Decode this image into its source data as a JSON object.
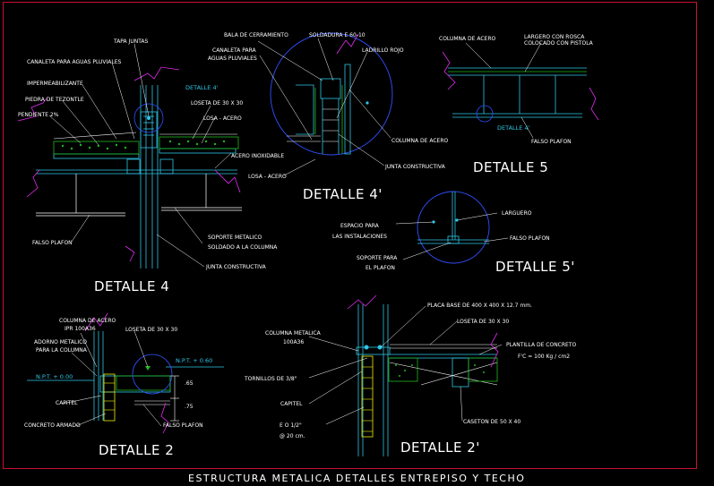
{
  "sheet_title": "ESTRUCTURA METALICA DETALLES   ENTREPISO Y TECHO",
  "colors": {
    "border": "#c8102e",
    "structure": "#2ec6e8",
    "concrete": "#1db81d",
    "break": "#e02cf0",
    "circle": "#3050ff",
    "leader": "#ffffff",
    "rebar": "#f0f000"
  },
  "detalle_4": {
    "title": "DETALLE 4",
    "labels": {
      "tapa_juntas": "TAPA JUNTAS",
      "canaleta": "CANALETA PARA AGUAS PLUVIALES",
      "impermeabilizante": "IMPERMEABILIZANTE",
      "piedra": "PIEDRA DE TEZONTLE",
      "pendiente": "PENDIENTE 2%",
      "detalle_ref": "DETALLE 4'",
      "loseta": "LOSETA DE 30 X 30",
      "losa_acero": "LOSA - ACERO",
      "acero_inox": "ACERO INOXIDABLE",
      "falso_plafon": "FALSO PLAFON",
      "soporte_1": "SOPORTE METALICO",
      "soporte_2": "SOLDADO A LA COLUMNA",
      "junta": "JUNTA CONSTRUCTIVA"
    }
  },
  "detalle_4p": {
    "title": "DETALLE 4'",
    "labels": {
      "bala": "BALA DE CERRAMIENTO",
      "soldadura": "SOLDADURA  E 60-10",
      "canaleta_1": "CANALETA PARA",
      "canaleta_2": "AGUAS PLUVIALES",
      "ladrillo": "LADRILLO ROJO",
      "columna": "COLUMNA DE ACERO",
      "junta": "JUNTA CONSTRUCTIVA",
      "losa": "LOSA - ACERO"
    }
  },
  "detalle_5": {
    "title": "DETALLE 5",
    "labels": {
      "columna": "COLUMNA DE ACERO",
      "larguero_1": "LARGERO CON ROSCA",
      "larguero_2": "COLOCADO CON PISTOLA",
      "detalle_ref": "DETALLE 4'",
      "falso_plafon": "FALSO PLAFON"
    }
  },
  "detalle_5p": {
    "title": "DETALLE 5'",
    "labels": {
      "espacio_1": "ESPACIO PARA",
      "espacio_2": "LAS INSTALACIONES",
      "larguero": "LARGUERO",
      "falso_plafon": "FALSO PLAFON",
      "soporte_1": "SOPORTE PARA",
      "soporte_2": "EL PLAFON"
    }
  },
  "detalle_2": {
    "title": "DETALLE 2",
    "labels": {
      "columna_1": "COLUMNA DE ACERO",
      "columna_2": "IPR   100A36",
      "loseta": "LOSETA DE 30 X 30",
      "adorno_1": "ADORNO METALICO",
      "adorno_2": "PARA LA COLUMNA",
      "npt_left": "N.P.T. + 0.00",
      "npt_right": "N.P.T. + 0.60",
      "capitel": "CAPITEL",
      "dim_1": ".65",
      "dim_2": ".75",
      "concreto": "CONCRETO ARMADO",
      "falso_plafon": "FALSO PLAFON"
    }
  },
  "detalle_2p": {
    "title": "DETALLE 2'",
    "labels": {
      "placa": "PLACA BASE DE 400 X 400 X 12.7 mm.",
      "loseta": "LOSETA DE 30 X 30",
      "columna_1": "COLUMNA METALICA",
      "columna_2": "100A36",
      "plantilla": "PLANTILLA DE CONCRETO",
      "fc": "F'C = 100 Kg / cm2",
      "tornillos": "TORNILLOS DE 3/8\"",
      "capitel": "CAPITEL",
      "estribos_1": "E O 1/2\"",
      "estribos_2": "@ 20 cm.",
      "caseton": "CASETON DE 50 X 40"
    }
  }
}
